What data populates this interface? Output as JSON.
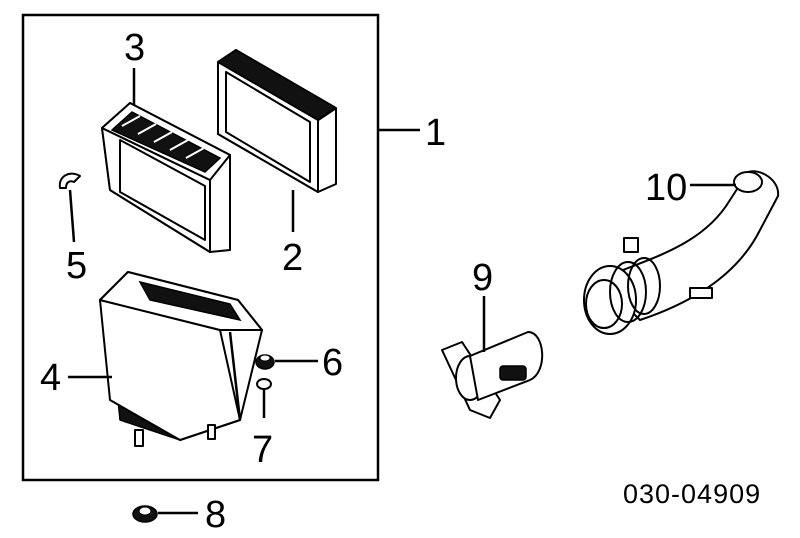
{
  "callouts": {
    "c1": "1",
    "c2": "2",
    "c3": "3",
    "c4": "4",
    "c5": "5",
    "c6": "6",
    "c7": "7",
    "c8": "8",
    "c9": "9",
    "c10": "10"
  },
  "diagram_code": "030-04909"
}
